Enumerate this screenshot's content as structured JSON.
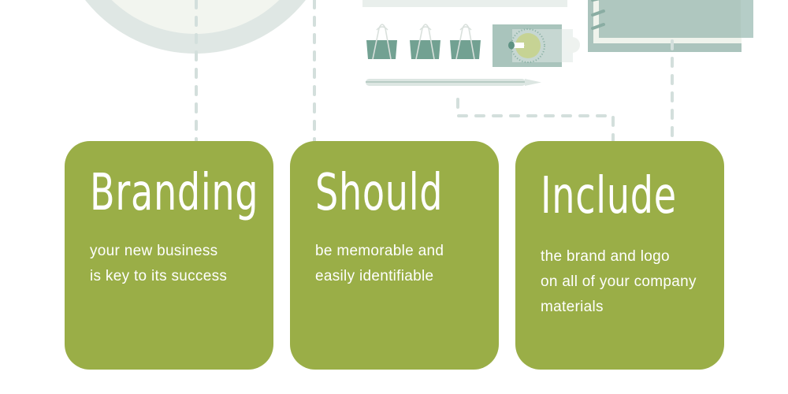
{
  "colors": {
    "card_green": "#9aae47",
    "card_text": "#ffffff",
    "connector_dash": "#d3dfdc",
    "circle_outer": "#dfe7e4",
    "circle_inner": "#f2f5ef",
    "clip_body": "#72a192",
    "clip_wire": "#d9e0dc",
    "sharpener": "#a9c4bc",
    "bulb_glow": "#c6d394",
    "notebook_cover": "#abc4bd",
    "notebook_page": "#eff3ec",
    "pencil": "#dce6e2",
    "paper_strip": "#e9efec"
  },
  "illustration": {
    "icons": [
      "plate-circle",
      "paper-strip",
      "binder-clip",
      "binder-clip",
      "binder-clip",
      "lightbulb-sharpener",
      "pencil",
      "notebook"
    ]
  },
  "cards": [
    {
      "title": "Branding",
      "lines": [
        "your new business",
        "is key to its success"
      ]
    },
    {
      "title": "Should",
      "lines": [
        "be memorable and",
        "easily identifiable"
      ]
    },
    {
      "title": "Include",
      "lines": [
        "the brand and logo",
        "on all of your company",
        "materials"
      ]
    }
  ]
}
